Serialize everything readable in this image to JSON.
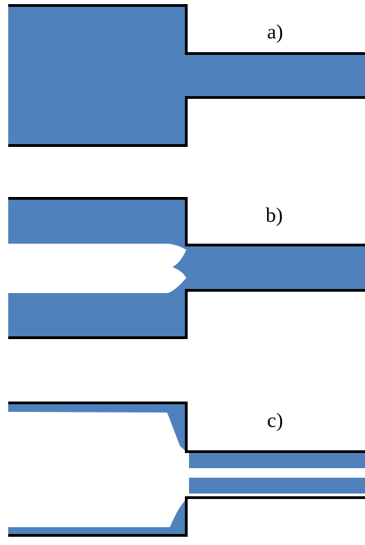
{
  "colors": {
    "fluid": "#4f81bd",
    "wall": "#000000",
    "background": "#ffffff"
  },
  "panels": [
    {
      "label": "a)"
    },
    {
      "label": "b)"
    },
    {
      "label": "c)"
    }
  ]
}
